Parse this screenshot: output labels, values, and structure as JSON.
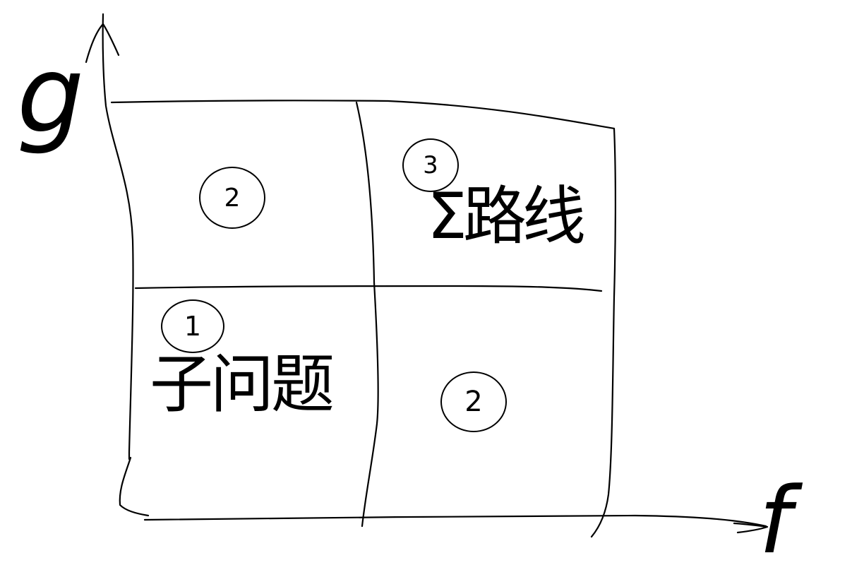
{
  "axes": {
    "y_label": "g",
    "x_label": "f"
  },
  "quadrants": {
    "top_left": {
      "number": "2"
    },
    "top_right": {
      "number": "3",
      "text": "Σ路线"
    },
    "bottom_left": {
      "number": "1",
      "text": "子问题"
    },
    "bottom_right": {
      "number": "2"
    }
  }
}
